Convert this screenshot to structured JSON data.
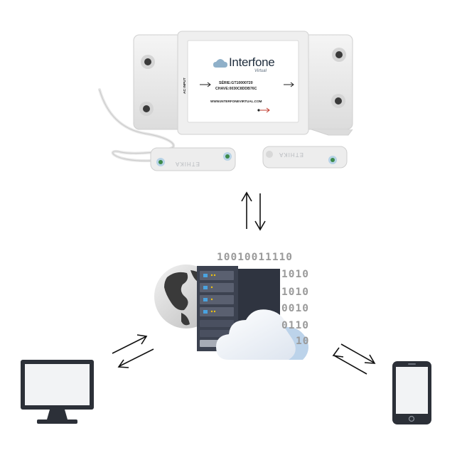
{
  "device": {
    "brand_word": "Interfone",
    "brand_sub": "Virtual",
    "serial_line": "SÉRIE:GT10000720",
    "key_line": "CHAVE:0030C8DDB76C",
    "website": "WWW.INTERFONEVIRTUAL.COM",
    "input_label": "AC INPUT",
    "sensor_brand": "ETHIKA"
  },
  "binary_rows": [
    "10010011110",
    "1010",
    "1010",
    "0010",
    "0110",
    "10"
  ],
  "icons": [
    "intercom-device-icon",
    "magnetic-sensor-icon",
    "server-icon",
    "globe-icon",
    "cloud-icon",
    "desktop-monitor-icon",
    "smartphone-icon",
    "bidirectional-arrow-icon"
  ],
  "colors": {
    "device_body": "#ececec",
    "server": "#2b2f3a",
    "cloud": "#f4f6f9",
    "globe_land": "#3a3a3a",
    "arrow_red": "#c0392b",
    "binary_text": "#9a9a9a"
  }
}
